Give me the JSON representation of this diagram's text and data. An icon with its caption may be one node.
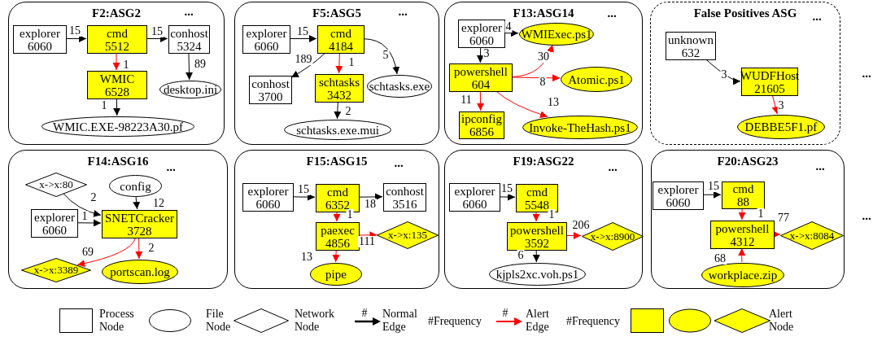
{
  "diagram": {
    "nodes": [
      {
        "text": [
          "F2:ASG2"
        ]
      },
      {
        "text": [
          "explorer",
          "6060"
        ],
        "in": 0
      },
      {
        "text": [
          "cmd",
          "5512"
        ],
        "in": 0
      },
      {
        "text": [
          "conhost",
          "5324"
        ],
        "in": 0
      },
      {
        "text": [
          "WMIC",
          "6528"
        ],
        "in": 0
      },
      {
        "text": [
          "desktop.ini"
        ],
        "in": 0
      },
      {
        "text": [
          "WMIC.EXE-98223A30.pf"
        ],
        "in": 0
      },
      {
        "text": [
          "F5:ASG5"
        ]
      },
      {
        "text": [
          "explorer",
          "6060"
        ],
        "in": 7
      },
      {
        "text": [
          "cmd",
          "4184"
        ],
        "in": 7
      },
      {
        "text": [
          "conhost",
          "3700"
        ],
        "in": 7
      },
      {
        "text": [
          "schtasks",
          "3432"
        ],
        "in": 7
      },
      {
        "text": [
          "schtasks.exe"
        ],
        "in": 7
      },
      {
        "text": [
          "schtasks.exe.mui"
        ],
        "in": 7
      },
      {
        "text": [
          "F13:ASG14"
        ]
      },
      {
        "text": [
          "explorer",
          "6060"
        ],
        "in": 14
      },
      {
        "text": [
          "WMIExec.ps1"
        ],
        "in": 14
      },
      {
        "text": [
          "powershell",
          "604"
        ],
        "in": 14
      },
      {
        "text": [
          "Atomic.ps1"
        ],
        "in": 14
      },
      {
        "text": [
          "ipconfig",
          "6856"
        ],
        "in": 14
      },
      {
        "text": [
          "Invoke-TheHash.ps1"
        ],
        "in": 14
      },
      {
        "text": [
          "False Positives ASG"
        ]
      },
      {
        "text": [
          "unknown",
          "632"
        ],
        "in": 21
      },
      {
        "text": [
          "WUDFHost",
          "21605"
        ],
        "in": 21
      },
      {
        "text": [
          "DEBBE5F1.pf"
        ],
        "in": 21
      },
      {
        "text": [
          "F14:ASG16"
        ]
      },
      {
        "text": [
          "x->x:80"
        ],
        "in": 25
      },
      {
        "text": [
          "config"
        ],
        "in": 25
      },
      {
        "text": [
          "explorer",
          "6060"
        ],
        "in": 25
      },
      {
        "text": [
          "SNETCracker",
          "3728"
        ],
        "in": 25
      },
      {
        "text": [
          "x->x:3389"
        ],
        "in": 25
      },
      {
        "text": [
          "portscan.log"
        ],
        "in": 25
      },
      {
        "text": [
          "F15:ASG15"
        ]
      },
      {
        "text": [
          "explorer",
          "6060"
        ],
        "in": 32
      },
      {
        "text": [
          "cmd",
          "6352"
        ],
        "in": 32
      },
      {
        "text": [
          "conhost",
          "3516"
        ],
        "in": 32
      },
      {
        "text": [
          "paexec",
          "4856"
        ],
        "in": 32
      },
      {
        "text": [
          "x->x:135"
        ],
        "in": 32
      },
      {
        "text": [
          "pipe"
        ],
        "in": 32
      },
      {
        "text": [
          "F19:ASG22"
        ]
      },
      {
        "text": [
          "explorer",
          "6060"
        ],
        "in": 39
      },
      {
        "text": [
          "cmd",
          "5548"
        ],
        "in": 39
      },
      {
        "text": [
          "powershell",
          "3592"
        ],
        "in": 39
      },
      {
        "text": [
          "x->x:8900"
        ],
        "in": 39
      },
      {
        "text": [
          "kjpls2xc.voh.ps1"
        ],
        "in": 39
      },
      {
        "text": [
          "F20:ASG23"
        ]
      },
      {
        "text": [
          "explorer",
          "6060"
        ],
        "in": 45
      },
      {
        "text": [
          "cmd",
          "88"
        ],
        "in": 45
      },
      {
        "text": [
          "powershell",
          "4312"
        ],
        "in": 45
      },
      {
        "text": [
          "x->x:8084"
        ],
        "in": 45
      },
      {
        "text": [
          "workplace.zip"
        ],
        "in": 45
      }
    ],
    "edges": [
      {
        "from": 1,
        "to": 2,
        "arrow": "to",
        "label": "15"
      },
      {
        "from": 2,
        "to": 3,
        "arrow": "to",
        "label": "15"
      },
      {
        "from": 2,
        "to": 4,
        "arrow": "to",
        "label": "1",
        "color": "#ff0000"
      },
      {
        "from": 3,
        "to": 5,
        "arrow": "to",
        "label": "89"
      },
      {
        "from": 4,
        "to": 6,
        "arrow": "to",
        "label": "1"
      },
      {
        "from": 8,
        "to": 9,
        "arrow": "to",
        "label": "15"
      },
      {
        "from": 9,
        "to": 10,
        "arrow": "to",
        "label": "189"
      },
      {
        "from": 9,
        "to": 11,
        "arrow": "to",
        "label": "1",
        "color": "#ff0000"
      },
      {
        "from": 9,
        "to": 12,
        "arrow": "to",
        "label": "5"
      },
      {
        "from": 11,
        "to": 13,
        "arrow": "to",
        "label": "2"
      },
      {
        "from": 15,
        "to": 16,
        "arrow": "to",
        "label": "4"
      },
      {
        "from": 15,
        "to": 17,
        "arrow": "to",
        "label": "3"
      },
      {
        "from": 17,
        "to": 16,
        "arrow": "to",
        "label": "30",
        "color": "#ff0000"
      },
      {
        "from": 17,
        "to": 18,
        "arrow": "to",
        "label": "8",
        "color": "#ff0000"
      },
      {
        "from": 17,
        "to": 19,
        "arrow": "to",
        "label": "11",
        "color": "#ff0000"
      },
      {
        "from": 17,
        "to": 20,
        "arrow": "to",
        "label": "13",
        "color": "#ff0000"
      },
      {
        "from": 22,
        "to": 23,
        "arrow": "to",
        "label": "3"
      },
      {
        "from": 23,
        "to": 24,
        "arrow": "to",
        "label": "3",
        "color": "#ff0000"
      },
      {
        "from": 26,
        "to": 29,
        "arrow": "to",
        "label": "2"
      },
      {
        "from": 27,
        "to": 29,
        "arrow": "to",
        "label": "12"
      },
      {
        "from": 28,
        "to": 29,
        "arrow": "to",
        "label": "1"
      },
      {
        "from": 29,
        "to": 30,
        "arrow": "to",
        "label": "69",
        "color": "#ff0000"
      },
      {
        "from": 29,
        "to": 31,
        "arrow": "to",
        "label": "2",
        "color": "#ff0000"
      },
      {
        "from": 33,
        "to": 34,
        "arrow": "to",
        "label": "15"
      },
      {
        "from": 34,
        "to": 35,
        "arrow": "to",
        "label": "18"
      },
      {
        "from": 34,
        "to": 36,
        "arrow": "to",
        "label": "1",
        "color": "#ff0000"
      },
      {
        "from": 36,
        "to": 37,
        "arrow": "to",
        "label": "111",
        "color": "#ff0000"
      },
      {
        "from": 36,
        "to": 38,
        "arrow": "to",
        "label": "13",
        "color": "#ff0000"
      },
      {
        "from": 40,
        "to": 41,
        "arrow": "to",
        "label": "15"
      },
      {
        "from": 41,
        "to": 42,
        "arrow": "to",
        "label": "1",
        "color": "#ff0000"
      },
      {
        "from": 42,
        "to": 43,
        "arrow": "to",
        "label": "206",
        "color": "#ff0000"
      },
      {
        "from": 42,
        "to": 44,
        "arrow": "to",
        "label": "6"
      },
      {
        "from": 46,
        "to": 47,
        "arrow": "to",
        "label": "15"
      },
      {
        "from": 47,
        "to": 48,
        "arrow": "to",
        "label": "1",
        "color": "#ff0000"
      },
      {
        "from": 48,
        "to": 49,
        "arrow": "to",
        "label": "77",
        "color": "#ff0000"
      },
      {
        "from": 50,
        "to": 48,
        "arrow": "to",
        "label": "68",
        "color": "#ff0000"
      }
    ],
    "labels": [
      "...",
      "...",
      "...",
      "...",
      "...",
      "...",
      "...",
      "...",
      "...",
      "...",
      "#",
      "#Frequency",
      "#",
      "#Frequency"
    ],
    "legend": [
      {
        "text": "Process Node"
      },
      {
        "text": "File Node"
      },
      {
        "text": "Network Node"
      },
      {
        "text": "Normal Edge"
      },
      {
        "text": "Alert Edge"
      },
      {
        "text": "Alert Node"
      }
    ]
  }
}
